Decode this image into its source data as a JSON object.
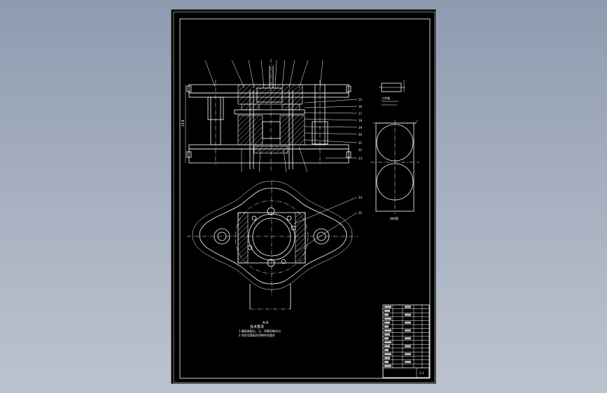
{
  "drawing": {
    "front_view": {
      "dimension_label": "214",
      "leader_labels": [
        "15",
        "16",
        "17",
        "18",
        "19",
        "20",
        "21",
        "22",
        "23"
      ]
    },
    "top_view": {
      "view_label": "A-A",
      "leader_labels": [
        "24",
        "25"
      ]
    },
    "detail_views": {
      "part_label": "工件图",
      "strip_label": "排样图"
    },
    "notes": {
      "title": "技术要求",
      "lines": [
        "1.模具装配后，凸、凹模间隙均匀",
        "2.导柱导套配合间隙符合要求"
      ]
    },
    "title_block": {
      "rows": 16,
      "scale": "1:1"
    }
  },
  "colors": {
    "canvas": "#000000",
    "lines": "#ffffff",
    "background_top": "#8e9bb0",
    "background_bottom": "#bcc3cf"
  }
}
